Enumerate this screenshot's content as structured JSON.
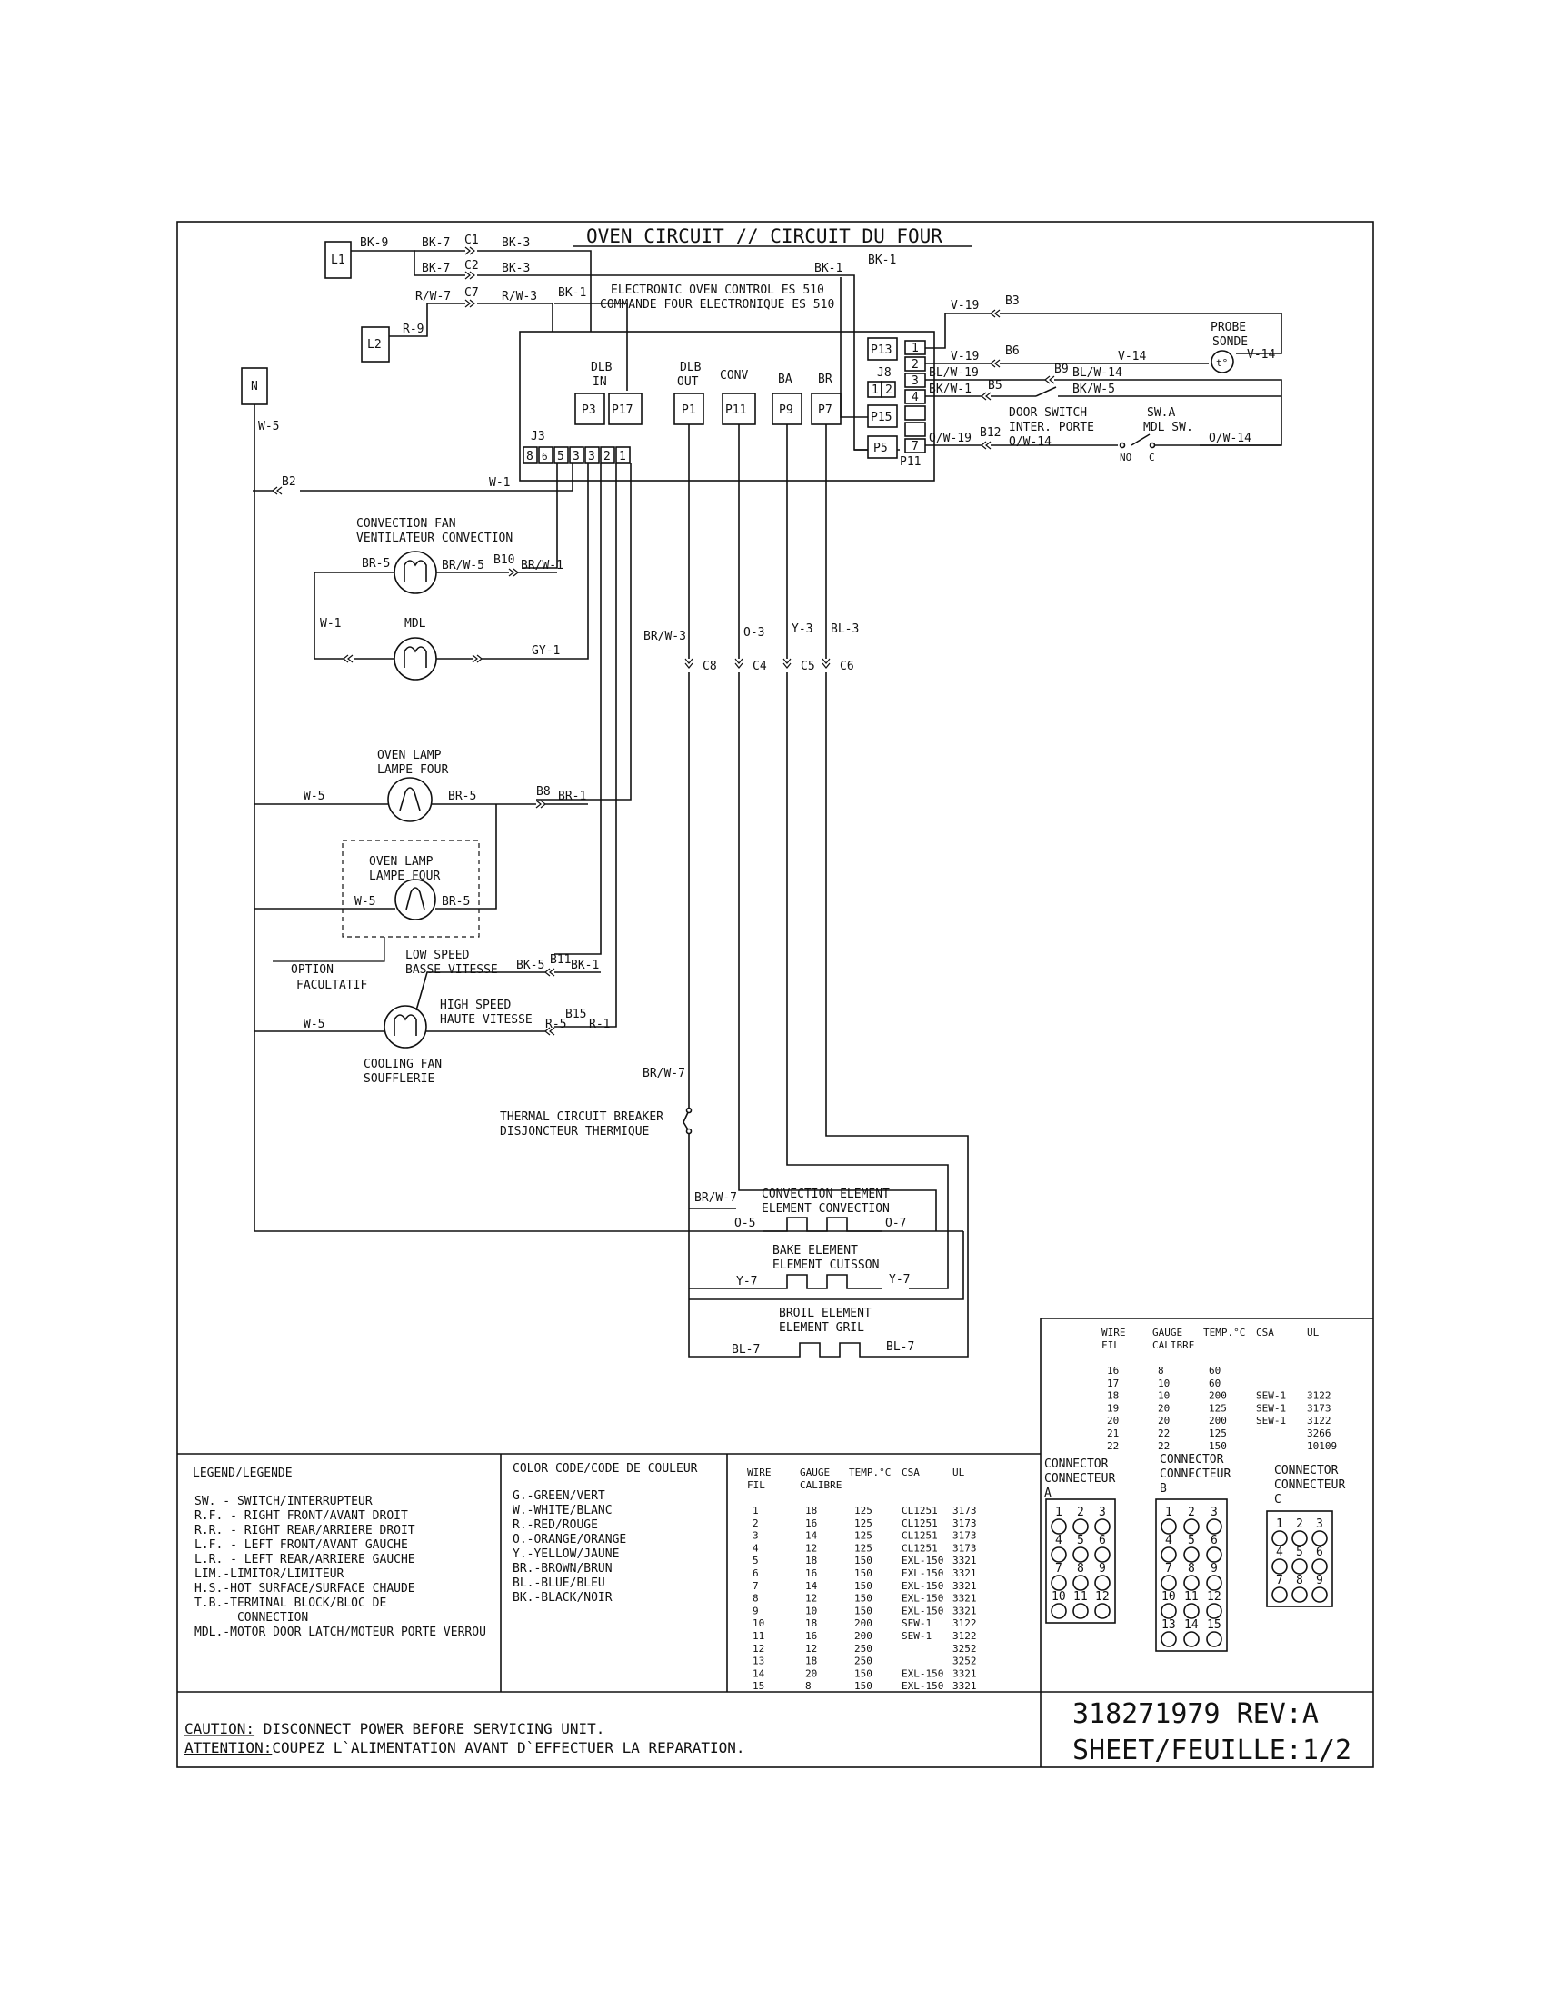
{
  "title": "OVEN CIRCUIT // CIRCUIT DU FOUR",
  "control": {
    "line1": "ELECTRONIC OVEN CONTROL ES 510",
    "line2": "COMMANDE FOUR ELECTRONIQUE ES 510"
  },
  "terminals": {
    "l1": "L1",
    "l2": "L2",
    "n": "N"
  },
  "plugs": {
    "p3": "P3",
    "p17": "P17",
    "p1": "P1",
    "p11": "P11",
    "p9": "P9",
    "p7": "P7",
    "p13": "P13",
    "p15": "P15",
    "p5": "P5",
    "p11b": "P11",
    "j3": "J3",
    "j8": "J8"
  },
  "plug_labels": {
    "dlb_in_1": "DLB",
    "dlb_in_2": "IN",
    "dlb_out_1": "DLB",
    "dlb_out_2": "OUT",
    "conv": "CONV",
    "ba": "BA",
    "br": "BR"
  },
  "j3_pins": [
    "8",
    "6",
    "5",
    "3",
    "3",
    "2",
    "1"
  ],
  "j8_pins": [
    "1",
    "2"
  ],
  "p13_pins": [
    "1",
    "2",
    "3",
    "4",
    "",
    "",
    "7"
  ],
  "wires": {
    "bk9": "BK-9",
    "bk7a": "BK-7",
    "bk7b": "BK-7",
    "bk3a": "BK-3",
    "bk3b": "BK-3",
    "bk1a": "BK-1",
    "bk1b": "BK-1",
    "bk1c": "BK-1",
    "rw7": "R/W-7",
    "rw3": "R/W-3",
    "r9": "R-9",
    "v19a": "V-19",
    "v19b": "V-19",
    "v14a": "V-14",
    "v14b": "V-14",
    "blw19": "BL/W-19",
    "blw14": "BL/W-14",
    "bkw1": "BK/W-1",
    "bkw5": "BK/W-5",
    "ow19": "O/W-19",
    "ow14a": "O/W-14",
    "ow14b": "O/W-14",
    "w5a": "W-5",
    "w1a": "W-1",
    "w1b": "W-1",
    "br5a": "BR-5",
    "brw5": "BR/W-5",
    "brw1": "BR/W-1",
    "gy1": "GY-1",
    "brw3": "BR/W-3",
    "o3": "O-3",
    "y3": "Y-3",
    "bl3": "BL-3",
    "w5b": "W-5",
    "br5b": "BR-5",
    "br1": "BR-1",
    "w5c": "W-5",
    "br5c": "BR-5",
    "bk5": "BK-5",
    "bk1d": "BK-1",
    "w5d": "W-5",
    "r5": "R-5",
    "r1": "R-1",
    "brw7a": "BR/W-7",
    "brw7b": "BR/W-7",
    "o5": "O-5",
    "o7": "O-7",
    "y7a": "Y-7",
    "y7b": "Y-7",
    "bl7a": "BL-7",
    "bl7b": "BL-7"
  },
  "connectors": {
    "c1": "C1",
    "c2": "C2",
    "c7": "C7",
    "c8": "C8",
    "c4": "C4",
    "c5": "C5",
    "c6": "C6",
    "b2": "B2",
    "b3": "B3",
    "b5": "B5",
    "b6": "B6",
    "b8": "B8",
    "b9": "B9",
    "b10": "B10",
    "b11": "B11",
    "b12": "B12",
    "b15": "B15"
  },
  "components": {
    "probe_1": "PROBE",
    "probe_2": "SONDE",
    "probe_sym": "t°",
    "door_1": "DOOR SWITCH",
    "door_2": "INTER. PORTE",
    "swa_1": "SW.A",
    "swa_2": "MDL SW.",
    "no": "NO",
    "c": "C",
    "conv_fan_1": "CONVECTION FAN",
    "conv_fan_2": "VENTILATEUR CONVECTION",
    "mdl": "MDL",
    "lamp1_1": "OVEN LAMP",
    "lamp1_2": "LAMPE FOUR",
    "lamp2_1": "OVEN LAMP",
    "lamp2_2": "LAMPE FOUR",
    "option_1": "OPTION",
    "option_2": "FACULTATIF",
    "low_1": "LOW SPEED",
    "low_2": "BASSE VITESSE",
    "high_1": "HIGH SPEED",
    "high_2": "HAUTE VITESSE",
    "cool_1": "COOLING FAN",
    "cool_2": "SOUFFLERIE",
    "tcb_1": "THERMAL CIRCUIT BREAKER",
    "tcb_2": "DISJONCTEUR THERMIQUE",
    "convel_1": "CONVECTION ELEMENT",
    "convel_2": "ELEMENT CONVECTION",
    "bake_1": "BAKE ELEMENT",
    "bake_2": "ELEMENT CUISSON",
    "broil_1": "BROIL ELEMENT",
    "broil_2": "ELEMENT GRIL"
  },
  "legend": {
    "title": "LEGEND/LEGENDE",
    "items": [
      "SW.  - SWITCH/INTERRUPTEUR",
      "R.F. - RIGHT FRONT/AVANT DROIT",
      "R.R. - RIGHT REAR/ARRIERE DROIT",
      "L.F. - LEFT FRONT/AVANT GAUCHE",
      "L.R. - LEFT REAR/ARRIERE GAUCHE",
      "LIM.-LIMITOR/LIMITEUR",
      "H.S.-HOT SURFACE/SURFACE CHAUDE",
      "T.B.-TERMINAL BLOCK/BLOC DE",
      "      CONNECTION",
      "MDL.-MOTOR DOOR LATCH/MOTEUR PORTE VERROU"
    ]
  },
  "color_code": {
    "title": "COLOR CODE/CODE DE COULEUR",
    "items": [
      "G.-GREEN/VERT",
      "W.-WHITE/BLANC",
      "R.-RED/ROUGE",
      "O.-ORANGE/ORANGE",
      "Y.-YELLOW/JAUNE",
      "BR.-BROWN/BRUN",
      "BL.-BLUE/BLEU",
      "BK.-BLACK/NOIR"
    ]
  },
  "wire_table": {
    "headers": [
      "WIRE",
      "GAUGE",
      "TEMP.°C",
      "CSA",
      "UL"
    ],
    "headers2": [
      "FIL",
      "CALIBRE",
      "",
      "",
      ""
    ],
    "rows": [
      [
        "1",
        "18",
        "125",
        "CL1251",
        "3173"
      ],
      [
        "2",
        "16",
        "125",
        "CL1251",
        "3173"
      ],
      [
        "3",
        "14",
        "125",
        "CL1251",
        "3173"
      ],
      [
        "4",
        "12",
        "125",
        "CL1251",
        "3173"
      ],
      [
        "5",
        "18",
        "150",
        "EXL-150",
        "3321"
      ],
      [
        "6",
        "16",
        "150",
        "EXL-150",
        "3321"
      ],
      [
        "7",
        "14",
        "150",
        "EXL-150",
        "3321"
      ],
      [
        "8",
        "12",
        "150",
        "EXL-150",
        "3321"
      ],
      [
        "9",
        "10",
        "150",
        "EXL-150",
        "3321"
      ],
      [
        "10",
        "18",
        "200",
        "SEW-1",
        "3122"
      ],
      [
        "11",
        "16",
        "200",
        "SEW-1",
        "3122"
      ],
      [
        "12",
        "12",
        "250",
        "",
        "3252"
      ],
      [
        "13",
        "18",
        "250",
        "",
        "3252"
      ],
      [
        "14",
        "20",
        "150",
        "EXL-150",
        "3321"
      ],
      [
        "15",
        "8",
        "150",
        "EXL-150",
        "3321"
      ]
    ]
  },
  "wire_table2": {
    "headers": [
      "WIRE",
      "GAUGE",
      "TEMP.°C",
      "CSA",
      "UL"
    ],
    "headers2": [
      "FIL",
      "CALIBRE",
      "",
      "",
      ""
    ],
    "rows": [
      [
        "16",
        "8",
        "60",
        "",
        ""
      ],
      [
        "17",
        "10",
        "60",
        "",
        ""
      ],
      [
        "18",
        "10",
        "200",
        "SEW-1",
        "3122"
      ],
      [
        "19",
        "20",
        "125",
        "SEW-1",
        "3173"
      ],
      [
        "20",
        "20",
        "200",
        "SEW-1",
        "3122"
      ],
      [
        "21",
        "22",
        "125",
        "",
        "3266"
      ],
      [
        "22",
        "22",
        "150",
        "",
        "10109"
      ]
    ]
  },
  "connector_panels": [
    {
      "line1": "CONNECTOR",
      "line2": "CONNECTEUR",
      "letter": "A",
      "pins": [
        "1",
        "2",
        "3",
        "4",
        "5",
        "6",
        "7",
        "8",
        "9",
        "10",
        "11",
        "12"
      ]
    },
    {
      "line1": "CONNECTOR",
      "line2": "CONNECTEUR",
      "letter": "B",
      "pins": [
        "1",
        "2",
        "3",
        "4",
        "5",
        "6",
        "7",
        "8",
        "9",
        "10",
        "11",
        "12",
        "13",
        "14",
        "15"
      ]
    },
    {
      "line1": "CONNECTOR",
      "line2": "CONNECTEUR",
      "letter": "C",
      "pins": [
        "1",
        "2",
        "3",
        "4",
        "5",
        "6",
        "7",
        "8",
        "9"
      ]
    }
  ],
  "caution": {
    "caution_label": "CAUTION:",
    "caution_text": " DISCONNECT POWER BEFORE SERVICING UNIT.",
    "attention_label": "ATTENTION:",
    "attention_text": "COUPEZ L`ALIMENTATION AVANT D`EFFECTUER LA REPARATION."
  },
  "doc": {
    "number": "318271979 REV:A",
    "sheet": "SHEET/FEUILLE:1/2"
  }
}
